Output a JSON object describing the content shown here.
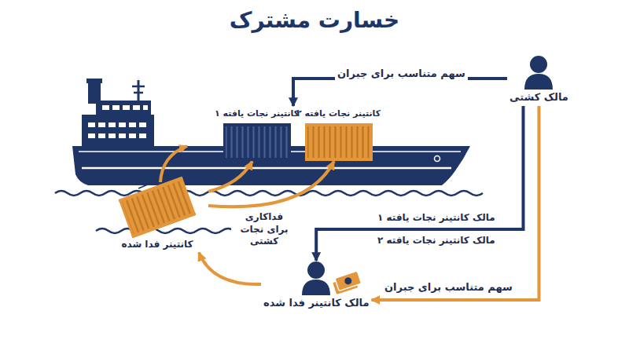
{
  "diagram": {
    "title": "خسارت مشترک",
    "nodes": [
      {
        "text": [
          "مالک کشتی"
        ]
      },
      {
        "text": [
          "کانتینر نجات یافته ۱"
        ]
      },
      {
        "text": [
          "کانتینر نجات یافته ۲"
        ]
      },
      {
        "text": [
          "کانتینر فدا شده"
        ]
      },
      {
        "text": [
          "مالک کانتینر فدا شده"
        ]
      }
    ],
    "edges": [
      {
        "from": 0,
        "to": 1,
        "arrow": "to",
        "label": "سهم متناسب برای جبران"
      },
      {
        "from": 0,
        "to": 4,
        "arrow": "to"
      },
      {
        "from": 0,
        "to": 4,
        "arrow": "to",
        "label": "سهم متناسب برای جبران"
      },
      {
        "from": 3,
        "to": 1,
        "arrow": "to"
      },
      {
        "from": 3,
        "to": 2,
        "arrow": "to"
      },
      {
        "from": 4,
        "to": 3,
        "arrow": "to"
      }
    ],
    "labels": [
      "مالک کانتینر نجات یافته ۱",
      "مالک کانتینر نجات یافته ۲",
      "فداکاری برای نجات کشتی"
    ]
  }
}
